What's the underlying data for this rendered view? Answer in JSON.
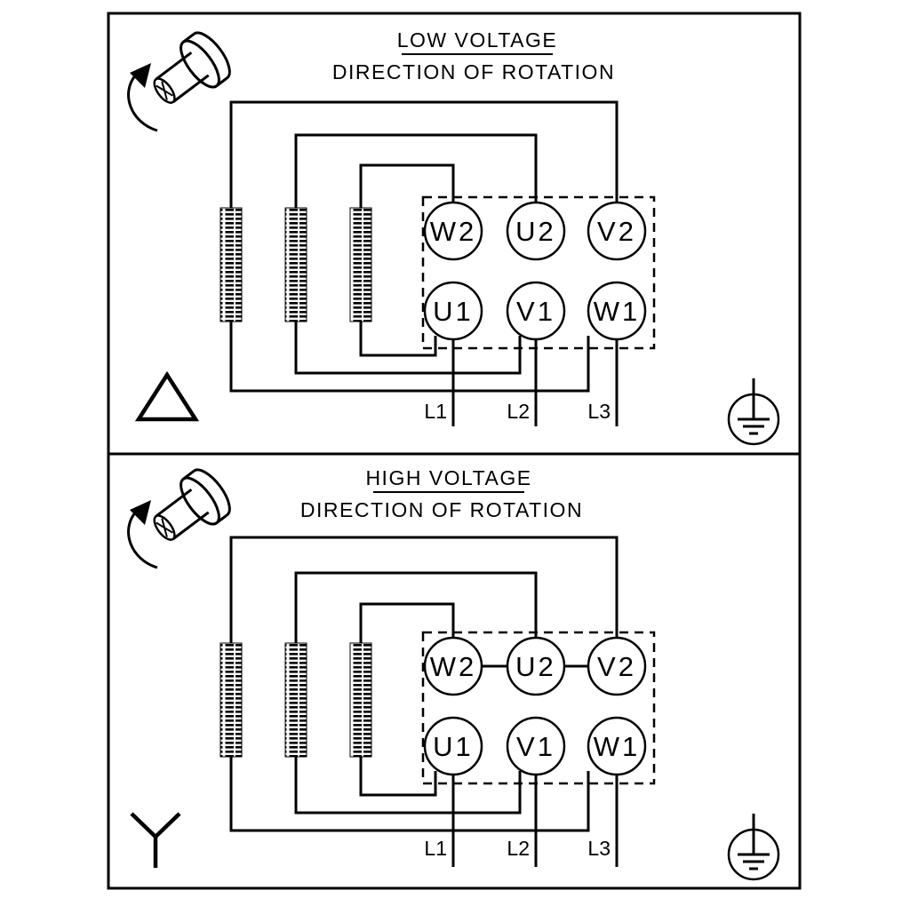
{
  "diagram": {
    "background": "#ffffff",
    "line_color": "#000000",
    "panels": {
      "low": {
        "title": "LOW VOLTAGE",
        "subtitle": "DIRECTION OF ROTATION",
        "connection": "delta",
        "terminals": {
          "top": [
            "W2",
            "U2",
            "V2"
          ],
          "bottom": [
            "U1",
            "V1",
            "W1"
          ]
        },
        "supply_lines": [
          "L1",
          "L2",
          "L3"
        ]
      },
      "high": {
        "title": "HIGH VOLTAGE",
        "subtitle": "DIRECTION OF ROTATION",
        "connection": "star",
        "terminals": {
          "top": [
            "W2",
            "U2",
            "V2"
          ],
          "bottom": [
            "U1",
            "V1",
            "W1"
          ]
        },
        "supply_lines": [
          "L1",
          "L2",
          "L3"
        ]
      }
    },
    "icons": {
      "shaft": "rotating-shaft-icon",
      "rotation": "rotation-direction-arrow-icon",
      "earth": "protective-earth-icon",
      "delta": "delta-connection-symbol",
      "star": "star-connection-symbol",
      "winding": "motor-winding-coil"
    }
  }
}
